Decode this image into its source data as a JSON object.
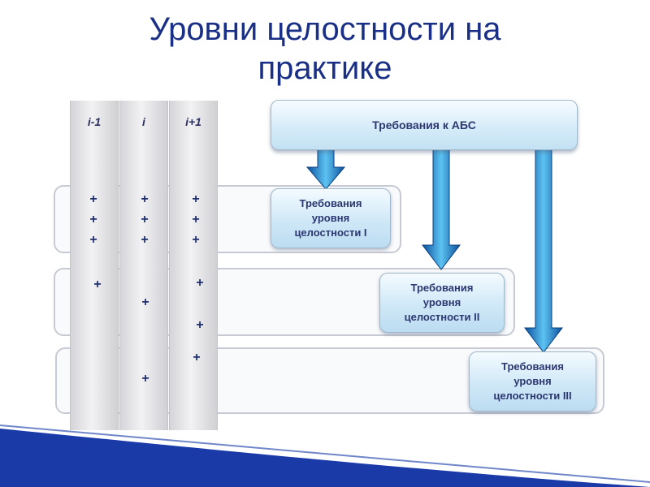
{
  "title_line1": "Уровни целостности на",
  "title_line2": "практике",
  "columns": [
    "i-1",
    "i",
    "i+1"
  ],
  "top_box": "Требования к АБС",
  "levels": [
    [
      "Требования",
      "уровня",
      "целостности I"
    ],
    [
      "Требования",
      "уровня",
      "целостности II"
    ],
    [
      "Требования",
      "уровня",
      "целостности III"
    ]
  ],
  "plus": "+",
  "colors": {
    "title": "#1a2f86",
    "arrow_dark": "#0b4f9c",
    "arrow_light": "#5cc3f2",
    "footer": "#1a3aa8"
  }
}
